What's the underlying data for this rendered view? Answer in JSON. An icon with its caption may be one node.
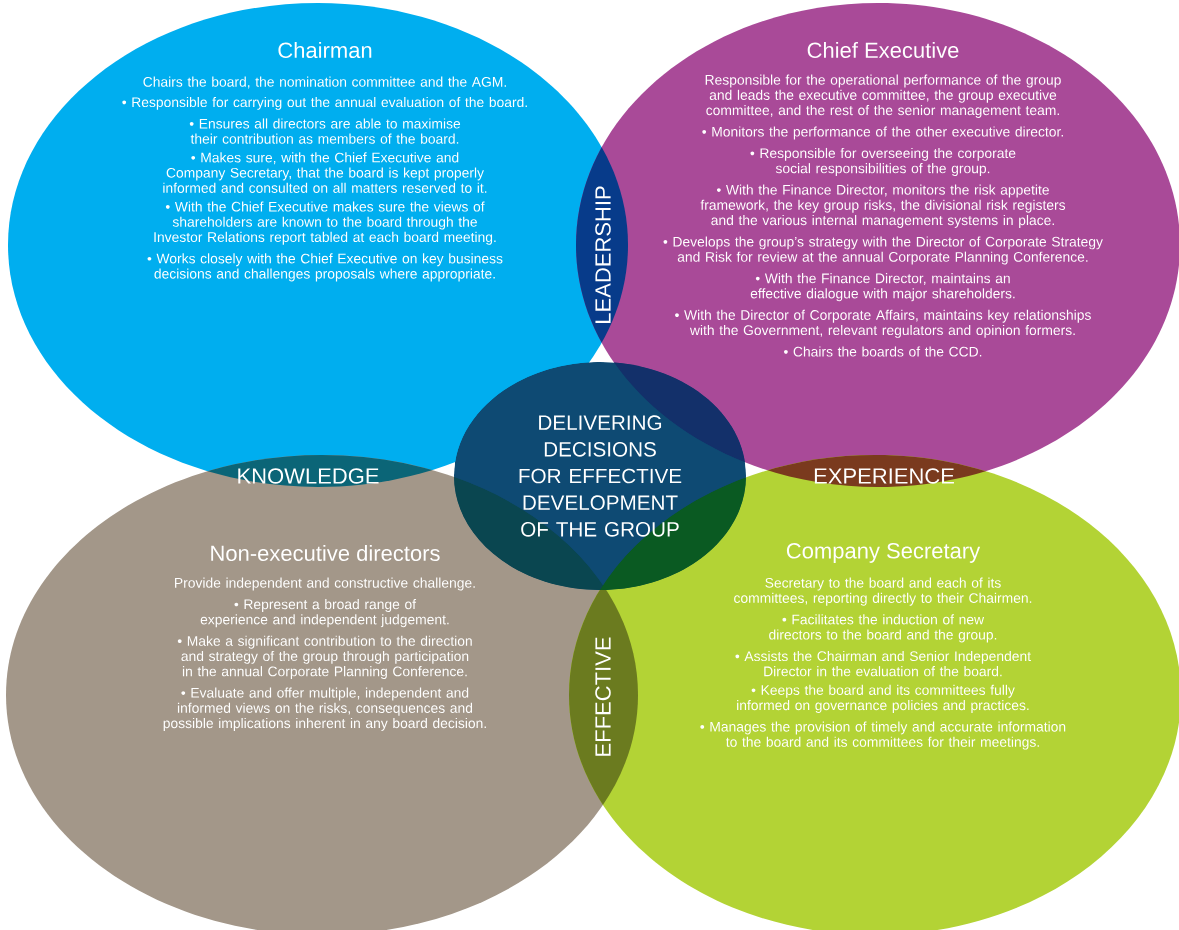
{
  "diagram": {
    "nodes": [
      {
        "text": [
          "Chairman",
          "Chairs the board, the nomination committee and the AGM.",
          "• Responsible for carrying out the annual evaluation of the board.",
          "• Ensures all directors are able to maximise their contribution as members of the board.",
          "• Makes sure, with the Chief Executive and Company Secretary, that the board is kept properly informed and consulted on all matters reserved to it.",
          "• With the Chief Executive makes sure the views of shareholders are known to the board through the Investor Relations report tabled at each board meeting.",
          "• Works closely with the Chief Executive on key business decisions and challenges proposals where appropriate."
        ]
      },
      {
        "text": [
          "Chief Executive",
          "Responsible for the operational performance of the group and leads the executive committee, the group executive committee, and the rest of the senior management team.",
          "• Monitors the performance of the other executive director.",
          "• Responsible for overseeing the corporate social responsibilities of the group.",
          "• With the Finance Director, monitors the risk appetite framework, the key group risks, the divisional risk registers and the various internal management systems in place.",
          "• Develops the group’s strategy with the Director of Corporate Strategy and Risk for review at the annual Corporate Planning Conference.",
          "• With the Finance Director, maintains an effective dialogue with major shareholders.",
          "• With the Director of Corporate Affairs, maintains key relationships with the Government, relevant regulators and opinion formers.",
          "• Chairs the boards of the CCD."
        ]
      },
      {
        "text": [
          "Non-executive directors",
          "Provide independent and constructive challenge.",
          "• Represent a broad range of experience and independent judgement.",
          "• Make a significant contribution to the direction and strategy of the group through participation in the annual Corporate Planning Conference.",
          "• Evaluate and offer multiple, independent and informed views on the risks, consequences and possible implications inherent in any board decision."
        ]
      },
      {
        "text": [
          "Company Secretary",
          "Secretary to the board and each of its committees, reporting directly to their Chairmen.",
          "• Facilitates the induction of new directors to the board and the group.",
          "• Assists the Chairman and Senior Independent Director in the evaluation of the board.",
          "• Keeps the board and its committees fully informed on governance policies and practices.",
          "• Manages the provision of timely and accurate information to the board and its committees for their meetings."
        ]
      },
      {
        "text": [
          "DELIVERING DECISIONS FOR EFFECTIVE DEVELOPMENT OF THE GROUP"
        ]
      }
    ],
    "labels": [
      "LEADERSHIP",
      "KNOWLEDGE",
      "EXPERIENCE",
      "EFFECTIVE"
    ]
  }
}
